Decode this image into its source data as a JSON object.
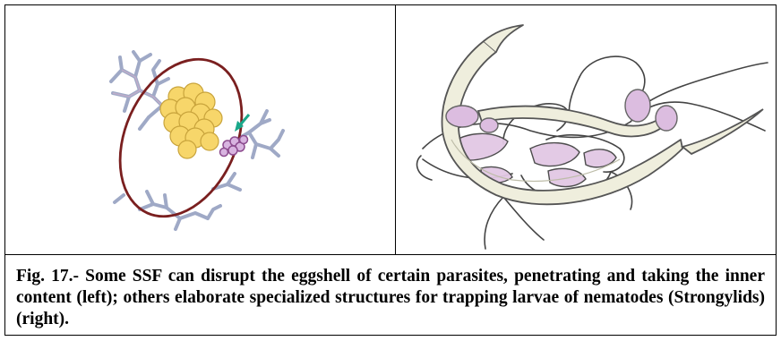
{
  "figure": {
    "caption": "Fig. 17.- Some SSF can disrupt the eggshell of certain parasites, penetrating and taking the inner content (left); others elaborate specialized structures for trapping larvae of nematodes (Strongylids) (right).",
    "left_panel": {
      "subject": "nematode egg penetrated by fungal hyphae",
      "colors": {
        "eggshell": "#7a1f1f",
        "egg_content": "#f7d66a",
        "hyphae": "#9aa6c4",
        "arrow": "#1aa88a"
      }
    },
    "right_panel": {
      "subject": "nematode larva trapped in hyphal network",
      "colors": {
        "larva": "#eeeedd",
        "outline": "#444444",
        "trap": "#e2c8e4"
      }
    }
  }
}
